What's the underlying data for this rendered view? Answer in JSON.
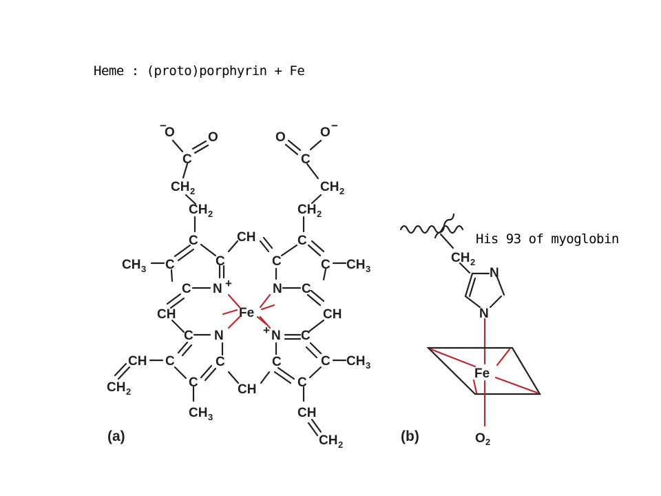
{
  "title": "Heme : (proto)porphyrin + Fe",
  "his_label": "His 93 of myoglobin",
  "colors": {
    "bond": "#231f20",
    "coordination": "#c0272d",
    "background": "#ffffff"
  },
  "panel_a": {
    "label": "(a)",
    "atoms": {
      "o_minus_left": "O",
      "o_left": "O",
      "c_carboxyl_left": "C",
      "ch2_left_1": "CH",
      "ch2_left_2": "CH",
      "o_right": "O",
      "o_minus_right": "O",
      "c_carboxyl_right": "C",
      "ch2_right_1": "CH",
      "ch2_right_2": "CH",
      "c_a1": "C",
      "c_a2": "C",
      "c_a3": "C",
      "c_a4": "C",
      "n_a": "N",
      "c_b1": "C",
      "c_b2": "C",
      "c_b3": "C",
      "c_b4": "C",
      "n_b": "N",
      "c_c1": "C",
      "c_c2": "C",
      "c_c3": "C",
      "c_c4": "C",
      "n_c": "N",
      "c_d1": "C",
      "c_d2": "C",
      "c_d3": "C",
      "c_d4": "C",
      "n_d": "N",
      "ch_top": "CH",
      "ch_left": "CH",
      "ch_right": "CH",
      "ch_bottom": "CH",
      "ch3_left": "CH",
      "ch3_right": "CH",
      "ch3_bottom": "CH",
      "ch3_right_low": "CH",
      "vinyl_ch_left": "CH",
      "vinyl_ch2_left": "CH",
      "vinyl_ch_right": "CH",
      "vinyl_ch2_right": "CH",
      "fe": "Fe"
    },
    "subscripts": {
      "two": "2",
      "three": "3"
    },
    "charges": {
      "minus": "−",
      "plus": "+"
    }
  },
  "panel_b": {
    "label": "(b)",
    "atoms": {
      "ch2": "CH",
      "n_top": "N",
      "n_bottom": "N",
      "fe": "Fe",
      "o2": "O"
    },
    "subscripts": {
      "two": "2"
    }
  }
}
